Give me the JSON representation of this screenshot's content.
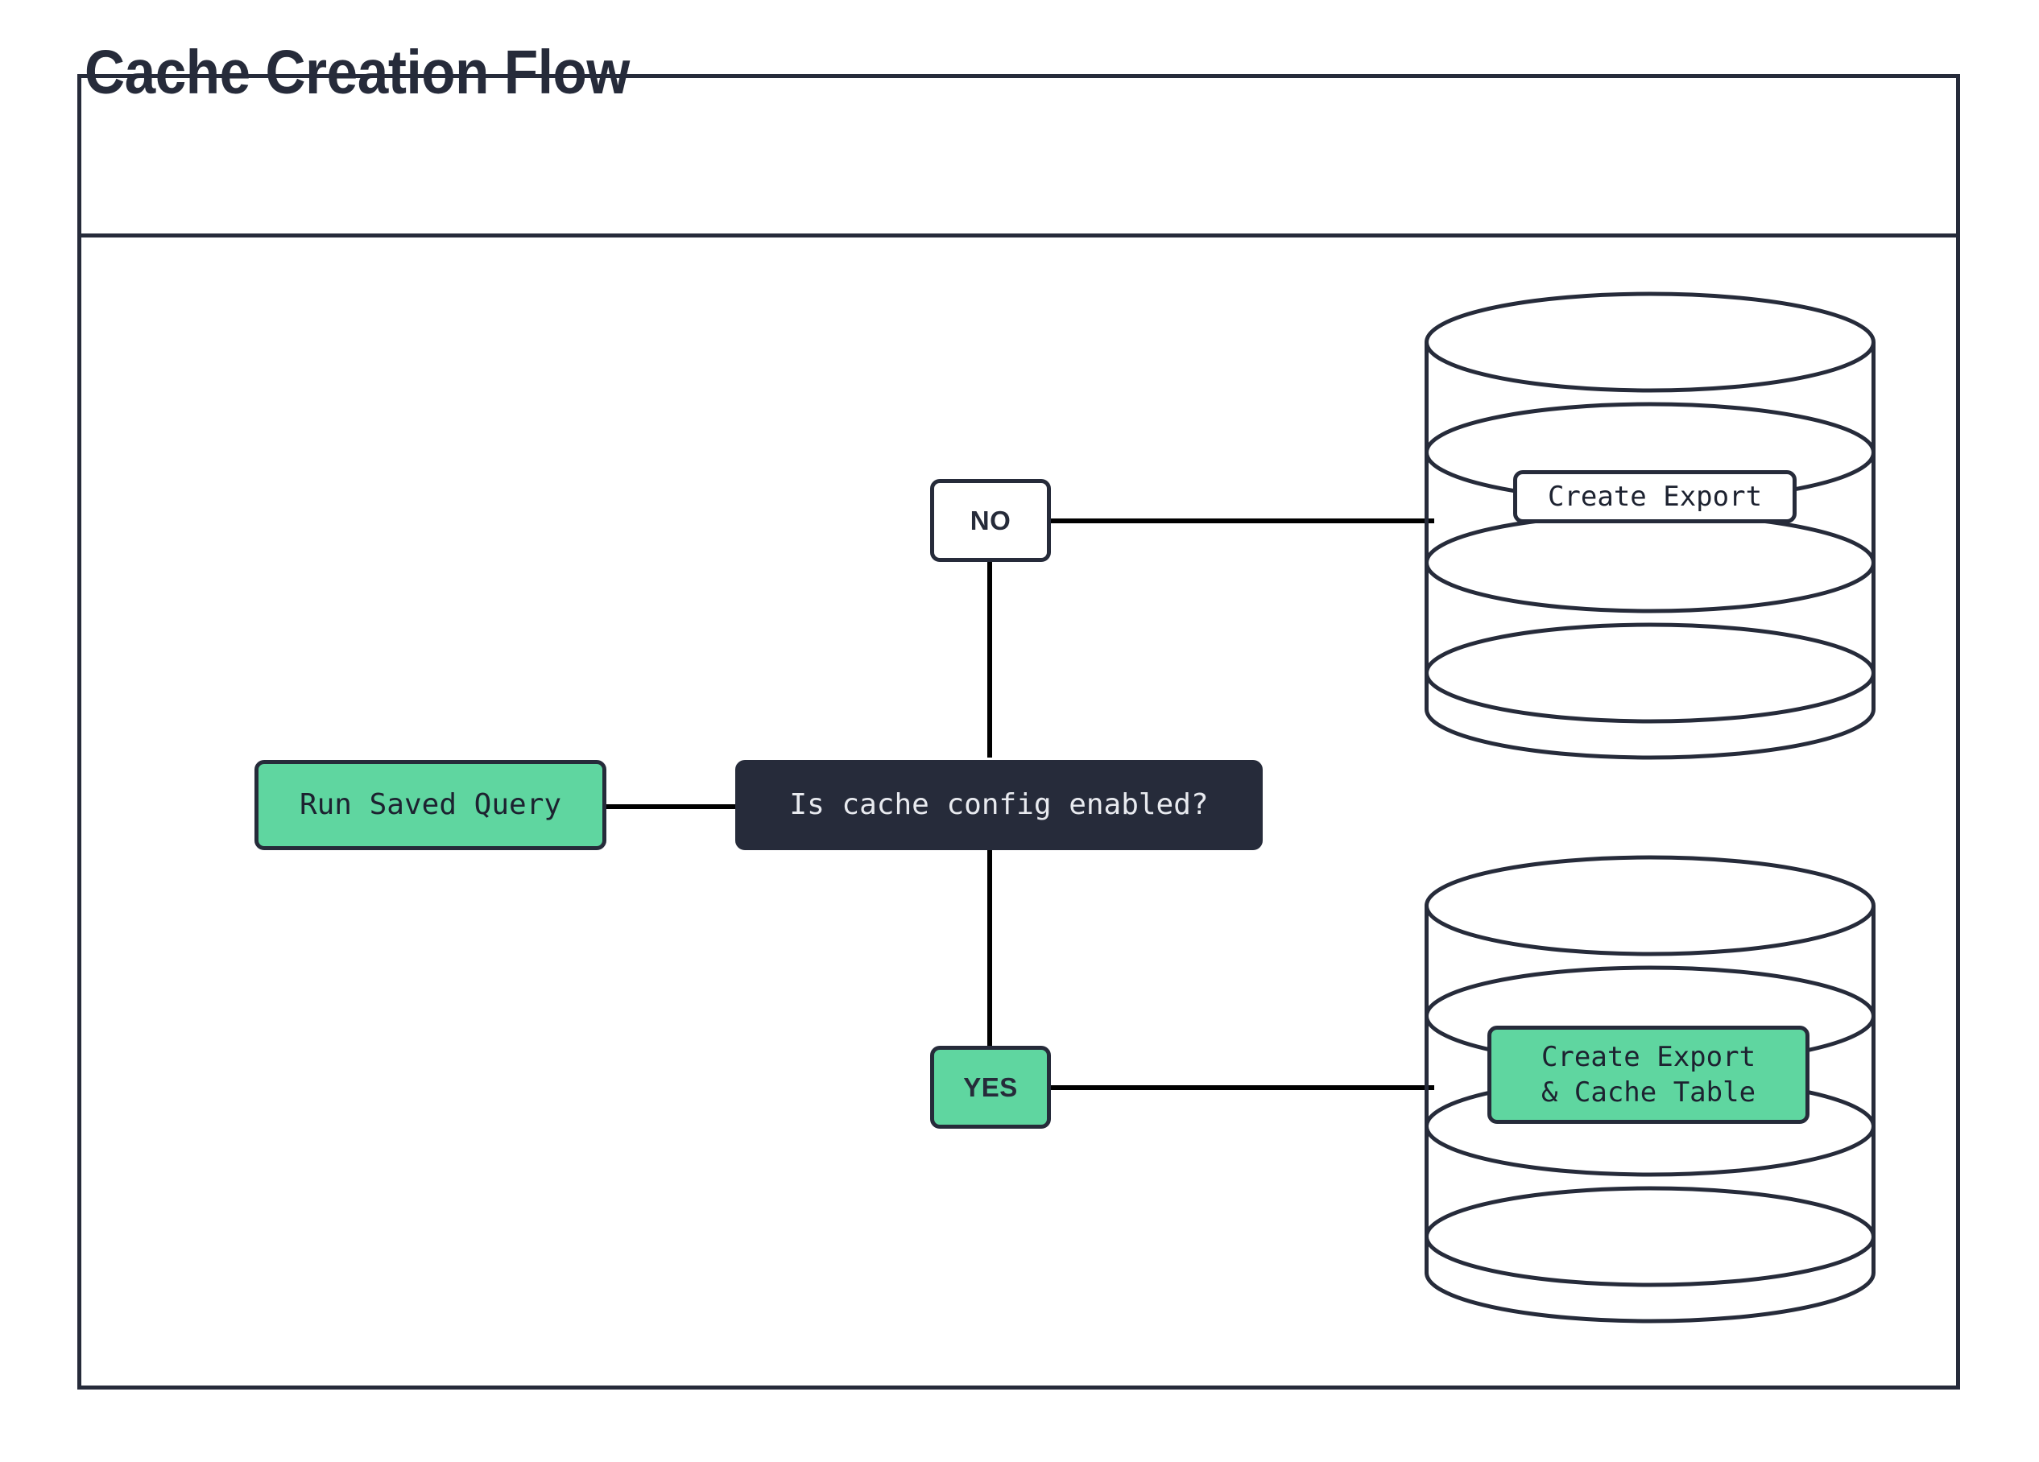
{
  "diagram": {
    "title": "Cache Creation Flow",
    "frame_border_color": "#262b3a",
    "accent_green": "#5fd6a0",
    "dark_fill": "#262b3a",
    "edge_color": "#000000"
  },
  "nodes": {
    "start": {
      "label": "Run Saved Query",
      "fill": "green"
    },
    "decision": {
      "label": "Is cache config enabled?",
      "fill": "dark"
    },
    "branch_no": {
      "label": "NO",
      "fill": "white"
    },
    "branch_yes": {
      "label": "YES",
      "fill": "green"
    },
    "db_top": {
      "label_line1": "Create Export",
      "label": "Create Export",
      "fill": "white",
      "shape": "database-cylinder"
    },
    "db_bottom": {
      "label_line1": "Create Export",
      "label_line2": "& Cache Table",
      "label": "Create Export\n& Cache Table",
      "fill": "green",
      "shape": "database-cylinder"
    }
  },
  "edges": [
    {
      "from": "start",
      "to": "decision",
      "orientation": "horizontal"
    },
    {
      "from": "decision",
      "to": "branch_no",
      "orientation": "vertical"
    },
    {
      "from": "decision",
      "to": "branch_yes",
      "orientation": "vertical"
    },
    {
      "from": "branch_no",
      "to": "db_top",
      "orientation": "horizontal"
    },
    {
      "from": "branch_yes",
      "to": "db_bottom",
      "orientation": "horizontal"
    }
  ]
}
